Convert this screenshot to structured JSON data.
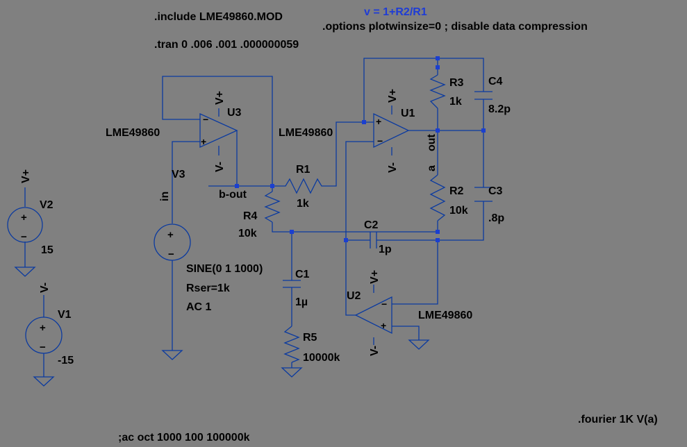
{
  "colors": {
    "background": "#808080",
    "wire": "#0b3a9f",
    "text": "#000000",
    "blue_text": "#1e3cd6"
  },
  "directives": {
    "include": ".include LME49860.MOD",
    "tran": ".tran 0 .006 .001 .000000059",
    "gain": "v = 1+R2/R1",
    "options": ".options plotwinsize=0 ; disable data compression",
    "fourier": ".fourier 1K V(a)",
    "ac": ";ac oct 1000 100 100000k"
  },
  "components": {
    "u3": {
      "name": "U3",
      "model": "LME49860",
      "vplus": "V+",
      "vminus": "V-"
    },
    "u1": {
      "name": "U1",
      "model": "LME49860",
      "vplus": "V+",
      "vminus": "V-"
    },
    "u2": {
      "name": "U2",
      "model": "LME49860",
      "vplus": "V+",
      "vminus": "V-"
    },
    "r1": {
      "name": "R1",
      "value": "1k"
    },
    "r2": {
      "name": "R2",
      "value": "10k"
    },
    "r3": {
      "name": "R3",
      "value": "1k"
    },
    "r4": {
      "name": "R4",
      "value": "10k"
    },
    "r5": {
      "name": "R5",
      "value": "10000k"
    },
    "c1": {
      "name": "C1",
      "value": "1µ"
    },
    "c2": {
      "name": "C2",
      "value": "1p"
    },
    "c3": {
      "name": "C3",
      "value": ".8p"
    },
    "c4": {
      "name": "C4",
      "value": "8.2p"
    },
    "v1": {
      "name": "V1",
      "value": "-15",
      "net": "V-"
    },
    "v2": {
      "name": "V2",
      "value": "15",
      "net": "V+"
    },
    "v3": {
      "name": "V3",
      "line1": "SINE(0 1 1000)",
      "line2": "Rser=1k",
      "line3": "AC 1"
    }
  },
  "nets": {
    "in": "in",
    "b_out": "b-out",
    "out": "out",
    "a": "a"
  }
}
